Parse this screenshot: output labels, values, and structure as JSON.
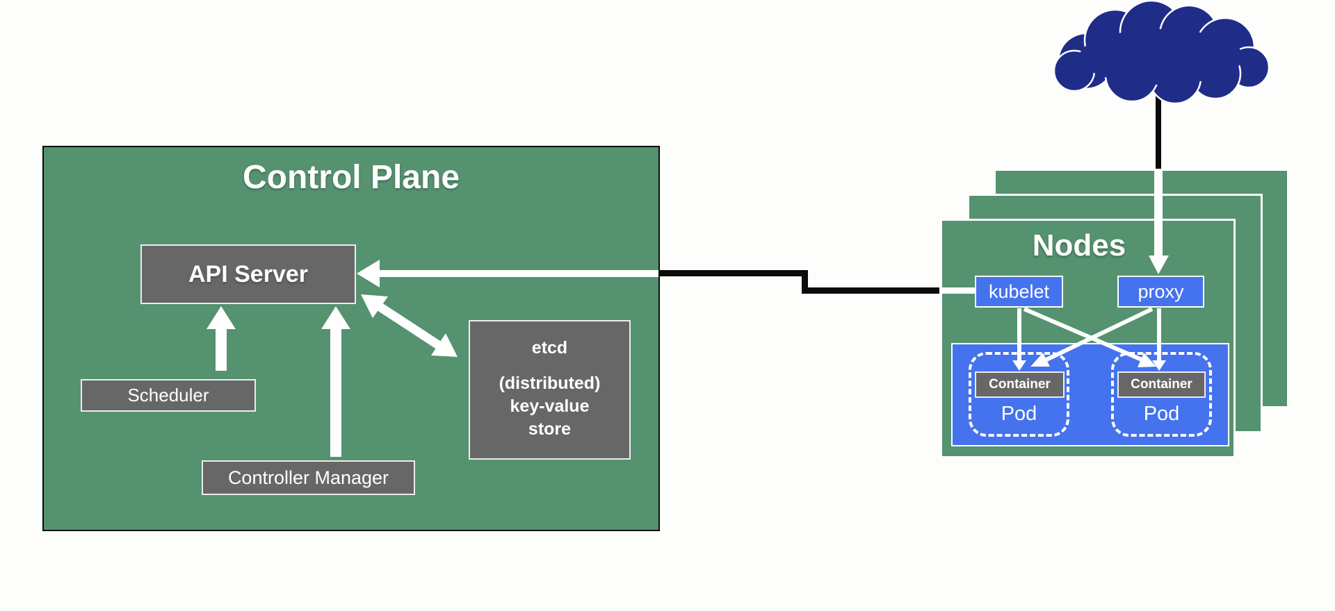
{
  "colors": {
    "bg": "#fdfdfb",
    "green": "#55926f",
    "gray": "#676767",
    "blue": "#4573ee",
    "navy": "#1f2d88",
    "black": "#0b0b0b",
    "white": "#ffffff"
  },
  "diagram": {
    "control_plane": {
      "title": "Control Plane",
      "api_server_label": "API Server",
      "scheduler_label": "Scheduler",
      "controller_manager_label": "Controller Manager",
      "etcd_label": "etcd",
      "etcd_sublabel": "(distributed)\nkey-value\nstore"
    },
    "nodes": {
      "title": "Nodes",
      "kubelet_label": "kubelet",
      "proxy_label": "proxy",
      "pods": [
        {
          "container_label": "Container",
          "pod_label": "Pod"
        },
        {
          "container_label": "Container",
          "pod_label": "Pod"
        }
      ]
    }
  }
}
